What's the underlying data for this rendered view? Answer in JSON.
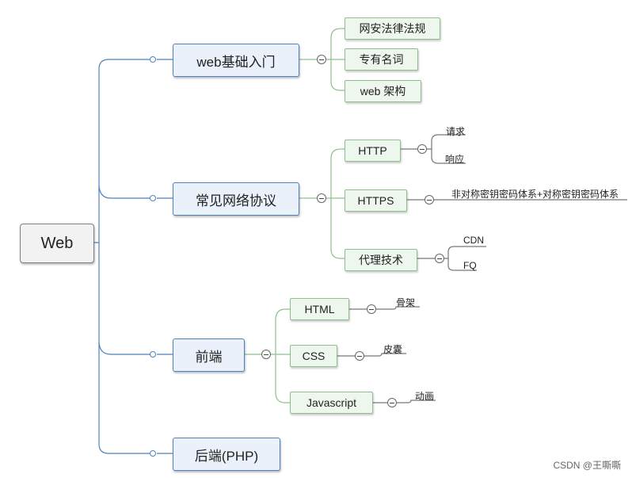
{
  "root": {
    "label": "Web"
  },
  "branches": {
    "intro": {
      "label": "web基础入门",
      "children": [
        "网安法律法规",
        "专有名词",
        "web 架构"
      ]
    },
    "protocols": {
      "label": "常见网络协议",
      "http": {
        "label": "HTTP",
        "leaves": [
          "请求",
          "响应"
        ]
      },
      "https": {
        "label": "HTTPS",
        "leaves": [
          "非对称密钥密码体系+对称密钥密码体系"
        ]
      },
      "proxy": {
        "label": "代理技术",
        "leaves": [
          "CDN",
          "FQ"
        ]
      }
    },
    "frontend": {
      "label": "前端",
      "html": {
        "label": "HTML",
        "leaves": [
          "骨架"
        ]
      },
      "css": {
        "label": "CSS",
        "leaves": [
          "皮囊"
        ]
      },
      "js": {
        "label": "Javascript",
        "leaves": [
          "动画"
        ]
      }
    },
    "backend": {
      "label": "后端(PHP)"
    }
  },
  "watermark": "CSDN @王嘶嘶"
}
